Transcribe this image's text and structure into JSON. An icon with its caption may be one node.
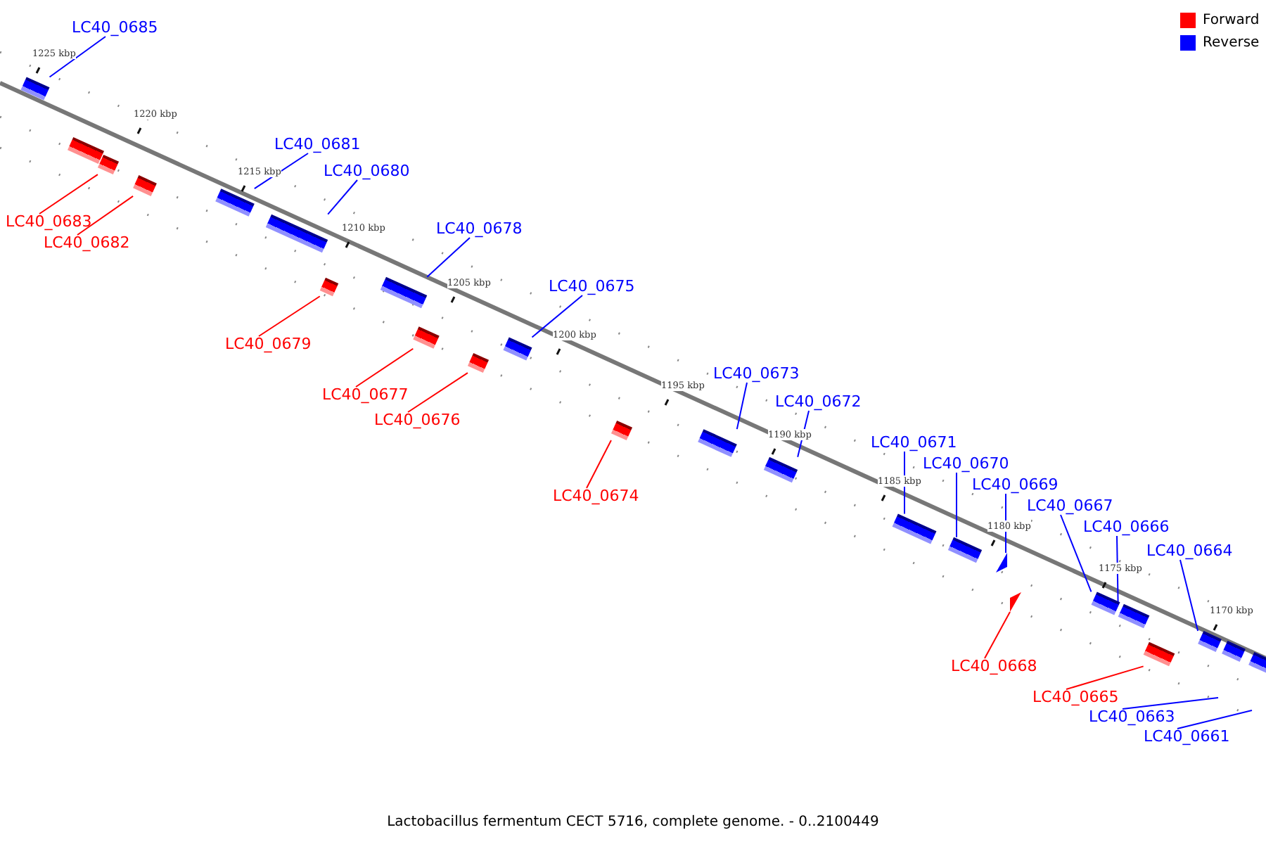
{
  "diagram": {
    "caption": "Lactobacillus fermentum CECT 5716, complete genome. - 0..2100449",
    "nodes": [
      {
        "text": [
          "LC40_0685"
        ]
      },
      {
        "text": [],
        "shape": "box"
      },
      {
        "text": [],
        "shape": "box"
      },
      {
        "text": [
          "LC40_0683"
        ]
      },
      {
        "text": [],
        "shape": "box"
      },
      {
        "text": [
          "LC40_0682"
        ]
      },
      {
        "text": [],
        "shape": "box"
      },
      {
        "text": [
          "LC40_0681"
        ]
      },
      {
        "text": [],
        "shape": "box"
      },
      {
        "text": [
          "LC40_0680"
        ]
      },
      {
        "text": [],
        "shape": "box"
      },
      {
        "text": [
          "LC40_0679"
        ]
      },
      {
        "text": [],
        "shape": "box"
      },
      {
        "text": [
          "LC40_0678"
        ]
      },
      {
        "text": [],
        "shape": "box"
      },
      {
        "text": [
          "LC40_0677"
        ]
      },
      {
        "text": [],
        "shape": "box"
      },
      {
        "text": [
          "LC40_0676"
        ]
      },
      {
        "text": [],
        "shape": "box"
      },
      {
        "text": [
          "LC40_0675"
        ]
      },
      {
        "text": [],
        "shape": "box"
      },
      {
        "text": [
          "LC40_0674"
        ]
      },
      {
        "text": [],
        "shape": "box"
      },
      {
        "text": [
          "LC40_0673"
        ]
      },
      {
        "text": [],
        "shape": "box"
      },
      {
        "text": [
          "LC40_0672"
        ]
      },
      {
        "text": [],
        "shape": "box"
      },
      {
        "text": [
          "LC40_0671"
        ]
      },
      {
        "text": [],
        "shape": "box"
      },
      {
        "text": [
          "LC40_0670"
        ]
      },
      {
        "text": [],
        "shape": "box"
      },
      {
        "text": [
          "LC40_0669"
        ]
      },
      {
        "text": [],
        "shape": "triangle"
      },
      {
        "text": [
          "LC40_0668"
        ]
      },
      {
        "text": [],
        "shape": "triangle"
      },
      {
        "text": [
          "LC40_0667"
        ]
      },
      {
        "text": [],
        "shape": "box"
      },
      {
        "text": [
          "LC40_0666"
        ]
      },
      {
        "text": [],
        "shape": "box"
      },
      {
        "text": [
          "LC40_0665"
        ]
      },
      {
        "text": [],
        "shape": "box"
      },
      {
        "text": [
          "LC40_0664"
        ]
      },
      {
        "text": [],
        "shape": "box"
      },
      {
        "text": [],
        "shape": "box"
      },
      {
        "text": [],
        "shape": "box"
      },
      {
        "text": [
          "LC40_0663"
        ]
      },
      {
        "text": [
          "LC40_0661"
        ]
      }
    ],
    "edges": [
      {
        "from": 0,
        "to": 1,
        "arrow": "none"
      },
      {
        "from": 3,
        "to": 4,
        "arrow": "none",
        "color": "#ff0000"
      },
      {
        "from": 5,
        "to": 6,
        "arrow": "none",
        "color": "#ff0000"
      },
      {
        "from": 7,
        "to": 8,
        "arrow": "none"
      },
      {
        "from": 9,
        "to": 10,
        "arrow": "none"
      },
      {
        "from": 11,
        "to": 12,
        "arrow": "none",
        "color": "#ff0000"
      },
      {
        "from": 13,
        "to": 14,
        "arrow": "none"
      },
      {
        "from": 15,
        "to": 16,
        "arrow": "none",
        "color": "#ff0000"
      },
      {
        "from": 17,
        "to": 18,
        "arrow": "none",
        "color": "#ff0000"
      },
      {
        "from": 19,
        "to": 20,
        "arrow": "none"
      },
      {
        "from": 21,
        "to": 22,
        "arrow": "none",
        "color": "#ff0000"
      },
      {
        "from": 23,
        "to": 24,
        "arrow": "none"
      },
      {
        "from": 25,
        "to": 26,
        "arrow": "none"
      },
      {
        "from": 27,
        "to": 28,
        "arrow": "none"
      },
      {
        "from": 29,
        "to": 30,
        "arrow": "none"
      },
      {
        "from": 31,
        "to": 32,
        "arrow": "none"
      },
      {
        "from": 33,
        "to": 34,
        "arrow": "none",
        "color": "#ff0000"
      },
      {
        "from": 35,
        "to": 36,
        "arrow": "none"
      },
      {
        "from": 37,
        "to": 38,
        "arrow": "none"
      },
      {
        "from": 39,
        "to": 40,
        "arrow": "none",
        "color": "#ff0000"
      },
      {
        "from": 41,
        "to": 42,
        "arrow": "none"
      },
      {
        "from": 45,
        "to": null,
        "arrow": "none"
      },
      {
        "from": 46,
        "to": null,
        "arrow": "none"
      }
    ],
    "labels": [
      "1225 kbp",
      "1220 kbp",
      "1215 kbp",
      "1210 kbp",
      "1205 kbp",
      "1200 kbp",
      "1195 kbp",
      "1190 kbp",
      "1185 kbp",
      "1180 kbp",
      "1175 kbp",
      "1170 kbp"
    ],
    "legend": [
      {
        "text": "Forward",
        "color": "#ff0000"
      },
      {
        "text": "Reverse",
        "color": "#0000ff"
      }
    ]
  }
}
